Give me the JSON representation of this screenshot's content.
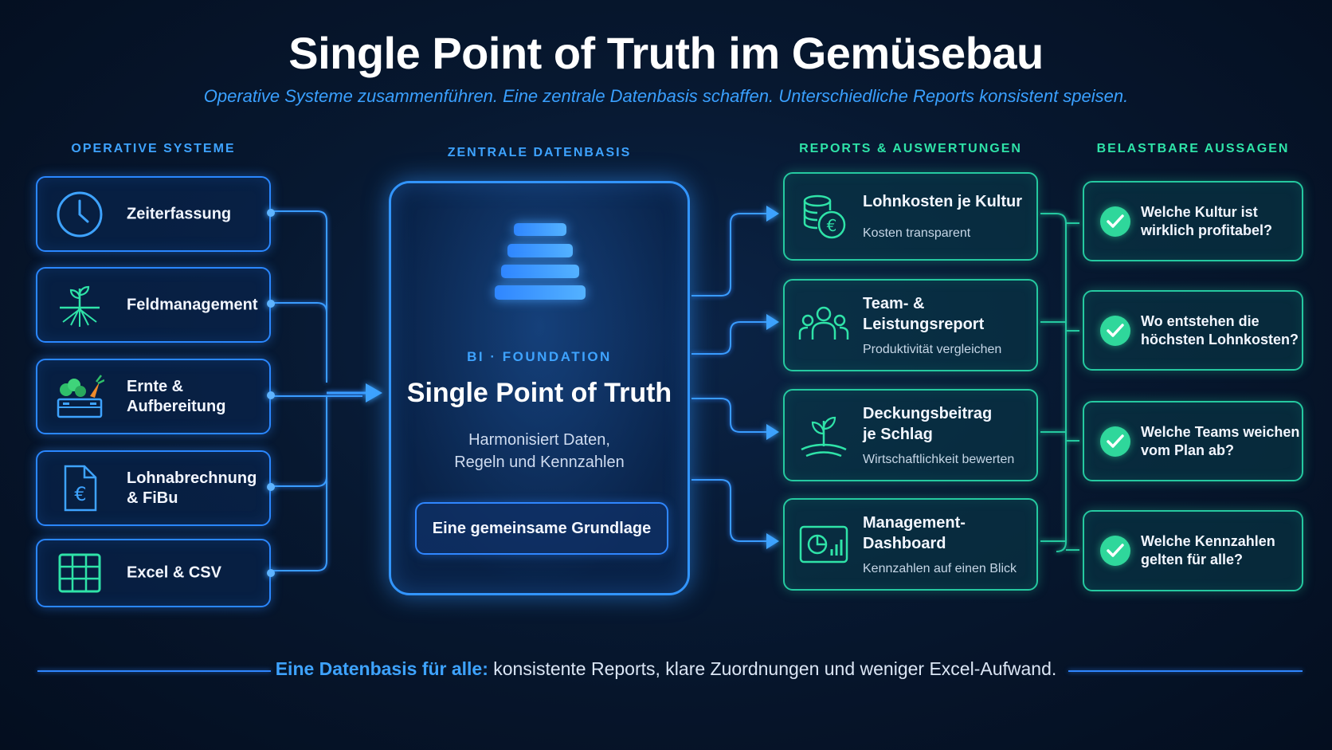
{
  "header": {
    "title": "Single Point of Truth im Gemüsebau",
    "subtitle": "Operative Systeme zusammenführen. Eine zentrale Datenbasis schaffen. Unterschiedliche Reports konsistent speisen."
  },
  "columns": {
    "sources": "OPERATIVE SYSTEME",
    "center": "ZENTRALE DATENBASIS",
    "reports": "REPORTS & AUSWERTUNGEN",
    "answers": "BELASTBARE AUSSAGEN"
  },
  "sources": [
    {
      "label": "Zeiterfassung",
      "icon": "clock-icon"
    },
    {
      "label": "Feldmanagement",
      "icon": "plant-roots-icon"
    },
    {
      "label": "Ernte & Aufbereitung",
      "icon": "vegetable-crate-icon"
    },
    {
      "label": "Lohnabrechnung\n& FiBu",
      "icon": "euro-document-icon"
    },
    {
      "label": "Excel & CSV",
      "icon": "spreadsheet-grid-icon"
    }
  ],
  "center": {
    "kicker": "BI · FOUNDATION",
    "title": "Single Point of Truth",
    "description": "Harmonisiert Daten,\nRegeln und Kennzahlen",
    "button": "Eine gemeinsame Grundlage",
    "icon": "stacked-layers-icon"
  },
  "reports": [
    {
      "title": "Lohnkosten je Kultur",
      "subtitle": "Kosten transparent",
      "icon": "coins-euro-icon"
    },
    {
      "title": "Team- &\nLeistungsreport",
      "subtitle": "Produktivität vergleichen",
      "icon": "team-icon"
    },
    {
      "title": "Deckungsbeitrag\nje Schlag",
      "subtitle": "Wirtschaftlichkeit bewerten",
      "icon": "sprout-field-icon"
    },
    {
      "title": "Management-\nDashboard",
      "subtitle": "Kennzahlen auf einen Blick",
      "icon": "dashboard-icon"
    }
  ],
  "answers": [
    {
      "text": "Welche Kultur ist\nwirklich profitabel?"
    },
    {
      "text": "Wo entstehen die\nhöchsten Lohnkosten?"
    },
    {
      "text": "Welche Teams weichen\nvom Plan ab?"
    },
    {
      "text": "Welche Kennzahlen\ngelten für alle?"
    }
  ],
  "footer": {
    "strong": "Eine Datenbasis für alle:",
    "rest": " konsistente Reports, klare Zuordnungen und weniger Excel-Aufwand."
  },
  "colors": {
    "background": "#071830",
    "blue_accent": "#3ea3ff",
    "green_accent": "#2fe3a8",
    "check_green": "#2fd79b"
  }
}
